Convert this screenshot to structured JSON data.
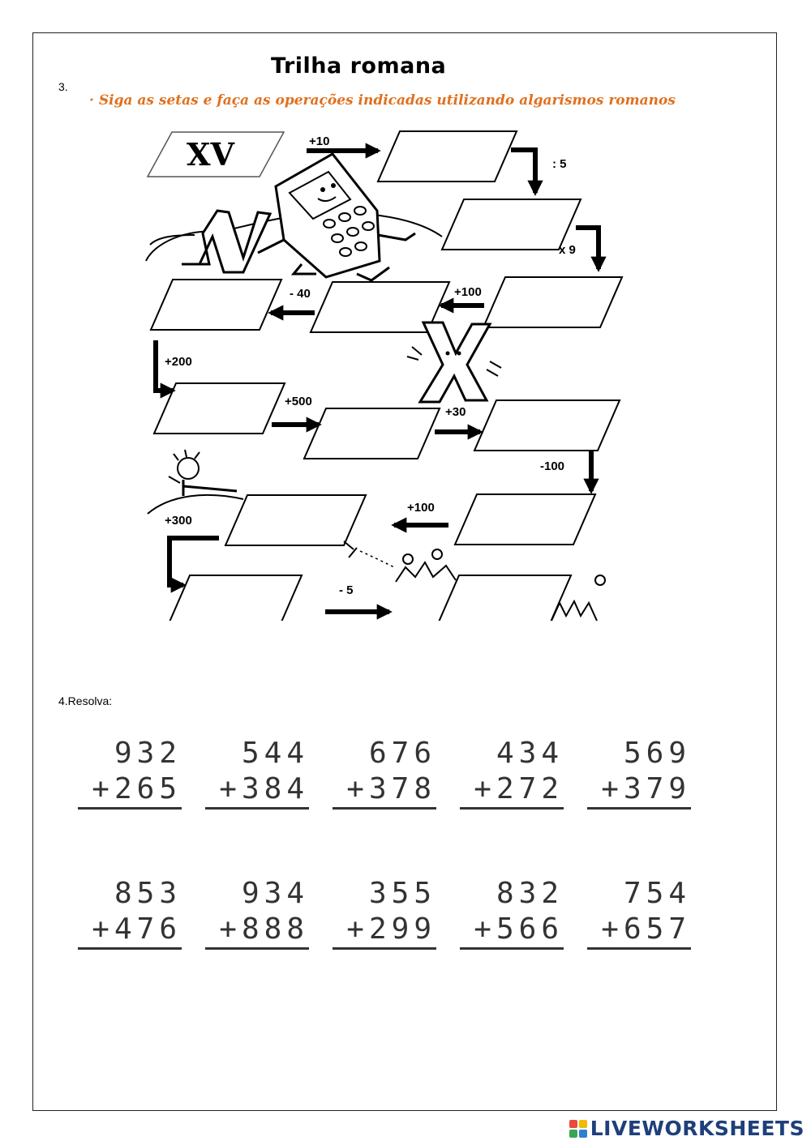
{
  "exercise3": {
    "number": "3.",
    "title": "Trilha romana",
    "instruction": "· Siga as setas e faça as operações indicadas utilizando algarismos romanos",
    "start_value": "XV",
    "operations": [
      "+10",
      ": 5",
      "x 9",
      "+100",
      "- 40",
      "+200",
      "+500",
      "+30",
      "-100",
      "+100",
      "+300",
      "- 5"
    ]
  },
  "exercise4": {
    "title": "4.Resolva:",
    "sums": [
      {
        "top": "932",
        "bottom": "+265"
      },
      {
        "top": "544",
        "bottom": "+384"
      },
      {
        "top": "676",
        "bottom": "+378"
      },
      {
        "top": "434",
        "bottom": "+272"
      },
      {
        "top": "569",
        "bottom": "+379"
      },
      {
        "top": "853",
        "bottom": "+476"
      },
      {
        "top": "934",
        "bottom": "+888"
      },
      {
        "top": "355",
        "bottom": "+299"
      },
      {
        "top": "832",
        "bottom": "+566"
      },
      {
        "top": "754",
        "bottom": "+657"
      }
    ]
  },
  "footer": {
    "brand": "LIVEWORKSHEETS"
  },
  "colors": {
    "instruction": "#e0701e",
    "brand": "#1e3f7a"
  }
}
